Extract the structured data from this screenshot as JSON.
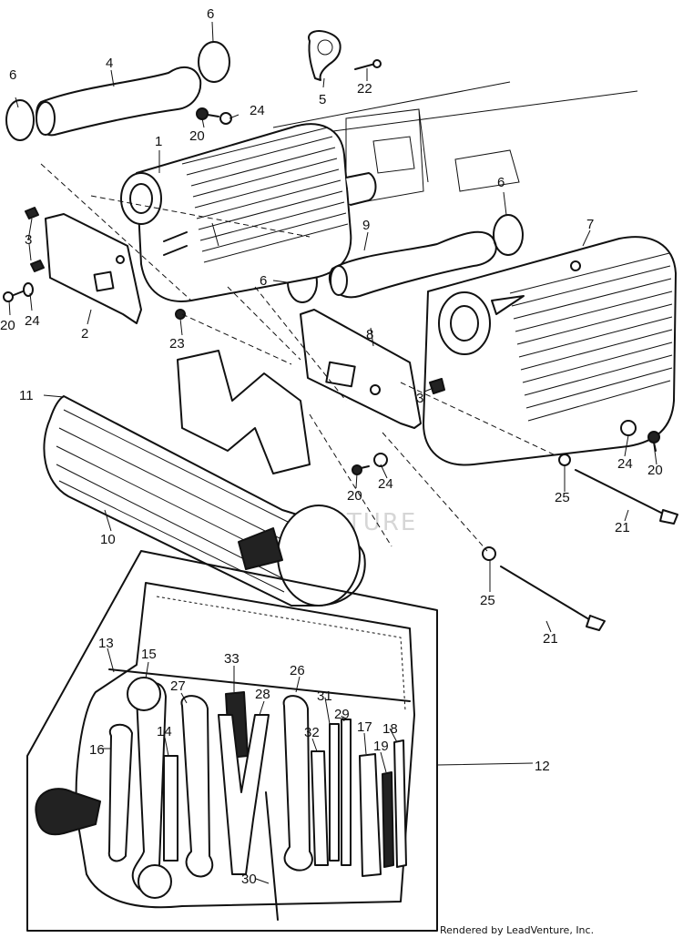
{
  "diagram": {
    "callouts": [
      "1",
      "2",
      "3",
      "3",
      "4",
      "5",
      "6",
      "6",
      "6",
      "6",
      "7",
      "8",
      "9",
      "10",
      "11",
      "12",
      "13",
      "14",
      "15",
      "16",
      "17",
      "18",
      "19",
      "20",
      "20",
      "20",
      "20",
      "21",
      "21",
      "22",
      "23",
      "24",
      "24",
      "24",
      "25",
      "25",
      "26",
      "27",
      "28",
      "29",
      "30",
      "31",
      "32",
      "33"
    ],
    "watermark": "LEADVENTURE",
    "credit": "Rendered by LeadVenture, Inc."
  }
}
